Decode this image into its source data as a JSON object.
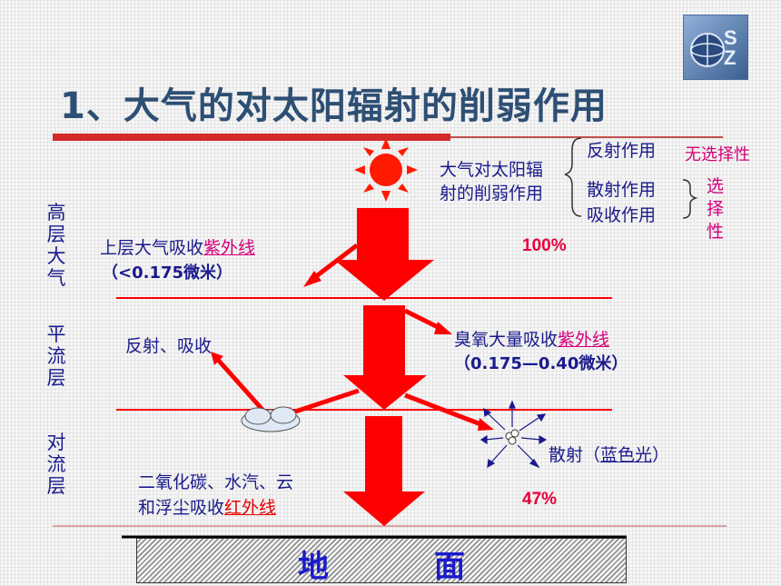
{
  "logo": {
    "letters": "SZ"
  },
  "title": "1、大气的对太阳辐射的削弱作用",
  "weakening": {
    "label_line1": "大气对太阳辐",
    "label_line2": "射的削弱作用",
    "reflect": "反射作用",
    "scatter": "散射作用",
    "absorb": "吸收作用",
    "non_selective": "无选择性",
    "selective_1": "选",
    "selective_2": "择",
    "selective_3": "性"
  },
  "layers": {
    "upper_1": "高",
    "upper_2": "层",
    "upper_3": "大",
    "upper_4": "气",
    "strat_1": "平",
    "strat_2": "流",
    "strat_3": "层",
    "tropo_1": "对",
    "tropo_2": "流",
    "tropo_3": "层"
  },
  "labels": {
    "upper_absorb_prefix": "上层大气吸收",
    "upper_absorb_uv": "紫外线",
    "upper_absorb_range": "（<0.175微米）",
    "pct_top": "100%",
    "reflect_absorb": "反射、吸收",
    "ozone_prefix": "臭氧大量吸收",
    "ozone_uv": "紫外线",
    "ozone_range": "（0.175—0.40微米）",
    "scatter_prefix": "散射（",
    "scatter_blue": "蓝色光",
    "scatter_suffix": "）",
    "co2_line1": "二氧化碳、水汽、云",
    "co2_line2_prefix": "和浮尘吸收",
    "co2_ir": "红外线",
    "pct_bottom": "47%",
    "ground_1": "地",
    "ground_2": "面"
  },
  "colors": {
    "arrow": "#ff0000",
    "title": "#2e4f74",
    "text": "#1a1a8c",
    "magenta": "#d4007a",
    "ground_label": "#1a1acc"
  }
}
